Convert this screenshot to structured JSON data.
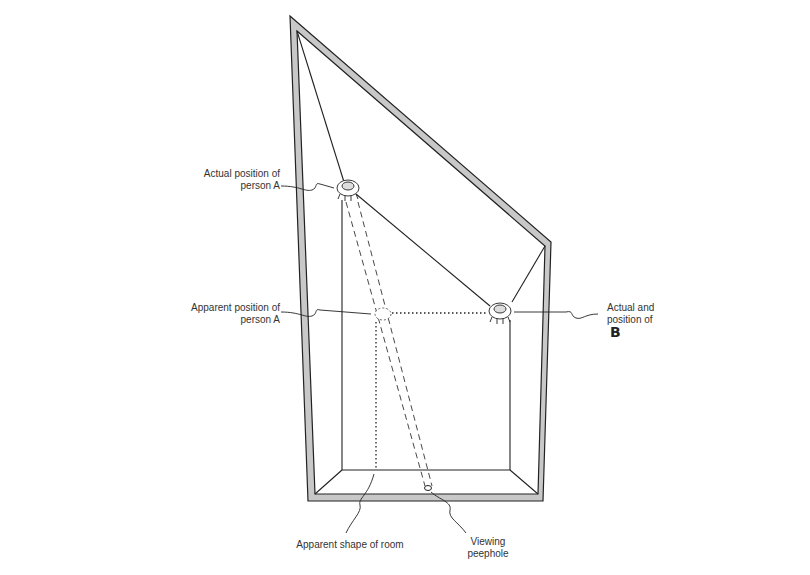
{
  "diagram": {
    "labels": [
      "Actual position of person A",
      "Apparent position of person A",
      "Actual and position of",
      "B",
      "Apparent shape of room",
      "Viewing peephole"
    ]
  }
}
